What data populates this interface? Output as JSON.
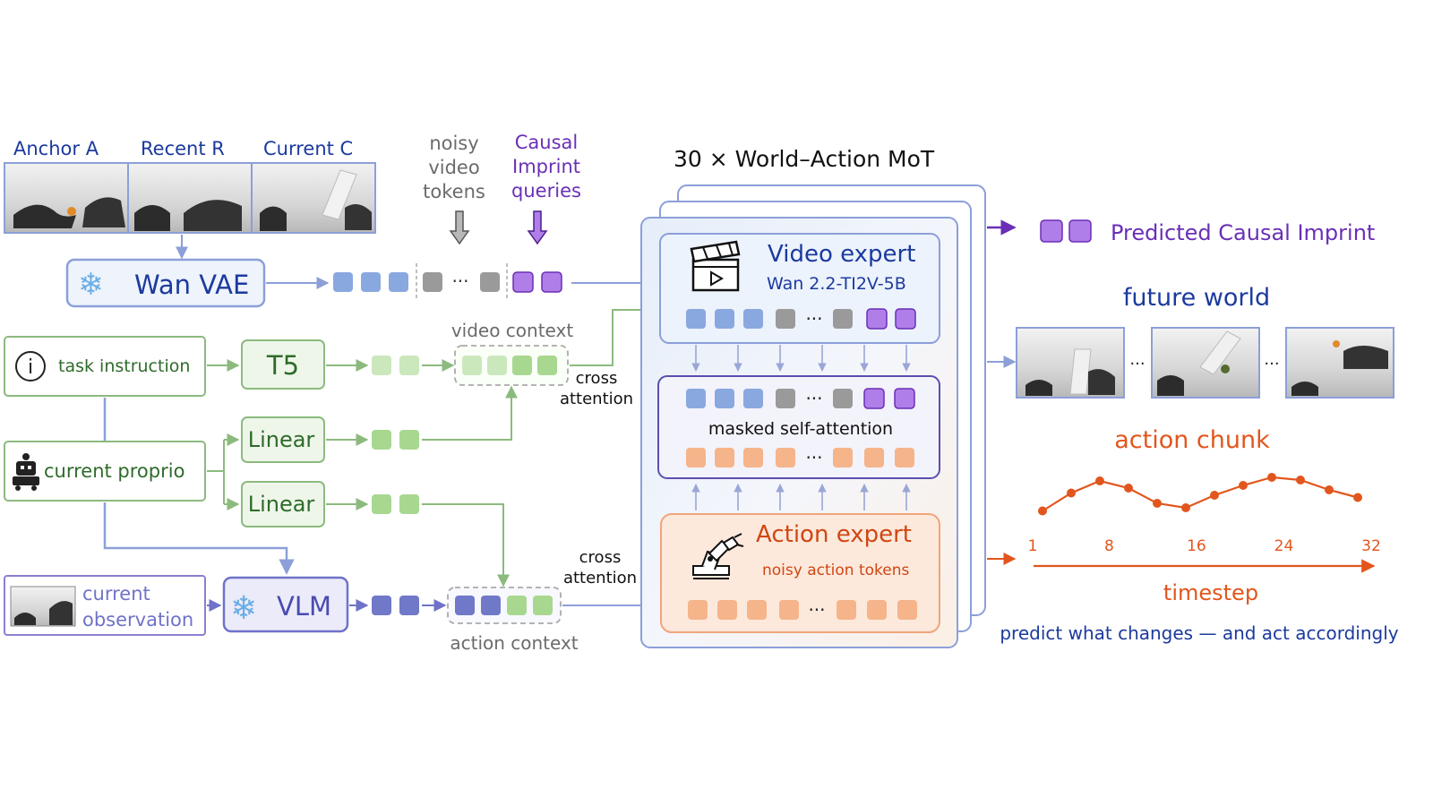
{
  "frames": {
    "anchor": "Anchor A",
    "recent": "Recent R",
    "current": "Current C"
  },
  "inputs": {
    "noisy": [
      "noisy",
      "video",
      "tokens"
    ],
    "causal": [
      "Causal",
      "Imprint",
      "queries"
    ]
  },
  "encoders": {
    "wan_vae": "Wan VAE",
    "t5": "T5",
    "linear1": "Linear",
    "linear2": "Linear",
    "vlm": "VLM"
  },
  "conditions": {
    "task_instruction": "task instruction",
    "current_proprio": "current proprio",
    "current_observation": [
      "current",
      "observation"
    ]
  },
  "context": {
    "video_context": "video context",
    "action_context": "action context",
    "cross_attention_top": [
      "cross",
      "attention"
    ],
    "cross_attention_bottom": [
      "cross",
      "attention"
    ],
    "ellipsis": "···"
  },
  "mot": {
    "title": "30 × World–Action MoT",
    "video_expert": "Video expert",
    "video_expert_model": "Wan 2.2-TI2V-5B",
    "masked_self_attention": "masked self-attention",
    "action_expert": "Action expert",
    "noisy_action_tokens": "noisy action tokens"
  },
  "outputs": {
    "predicted_causal_imprint": "Predicted Causal Imprint",
    "future_world": "future world",
    "action_chunk": "action chunk",
    "timestep": "timestep",
    "tagline": "predict what changes — and act accordingly",
    "ellipsis": "···"
  },
  "chart_data": {
    "type": "line",
    "x": [
      1,
      4,
      8,
      12,
      16,
      20,
      24,
      28,
      32
    ],
    "xticks": [
      1,
      8,
      16,
      24,
      32
    ],
    "values": [
      0.15,
      0.55,
      0.82,
      0.66,
      0.32,
      0.22,
      0.5,
      0.72,
      0.9,
      0.84,
      0.62,
      0.45
    ],
    "xlabel": "timestep",
    "title": "action chunk"
  },
  "colors": {
    "blue_token": "#8aa8e0",
    "gray_token": "#9a9a9a",
    "purple_token": "#b07ee8",
    "green_token": "#a8d890",
    "light_green_token": "#cbe8bd",
    "vlm_token": "#7078c8",
    "orange_token": "#f6b48a",
    "action_line": "#e2561d",
    "purple_text": "#6a2fb6",
    "blue_text": "#1c3a9e",
    "green_text": "#2e6b2a",
    "gray_text": "#6b6b6b"
  }
}
